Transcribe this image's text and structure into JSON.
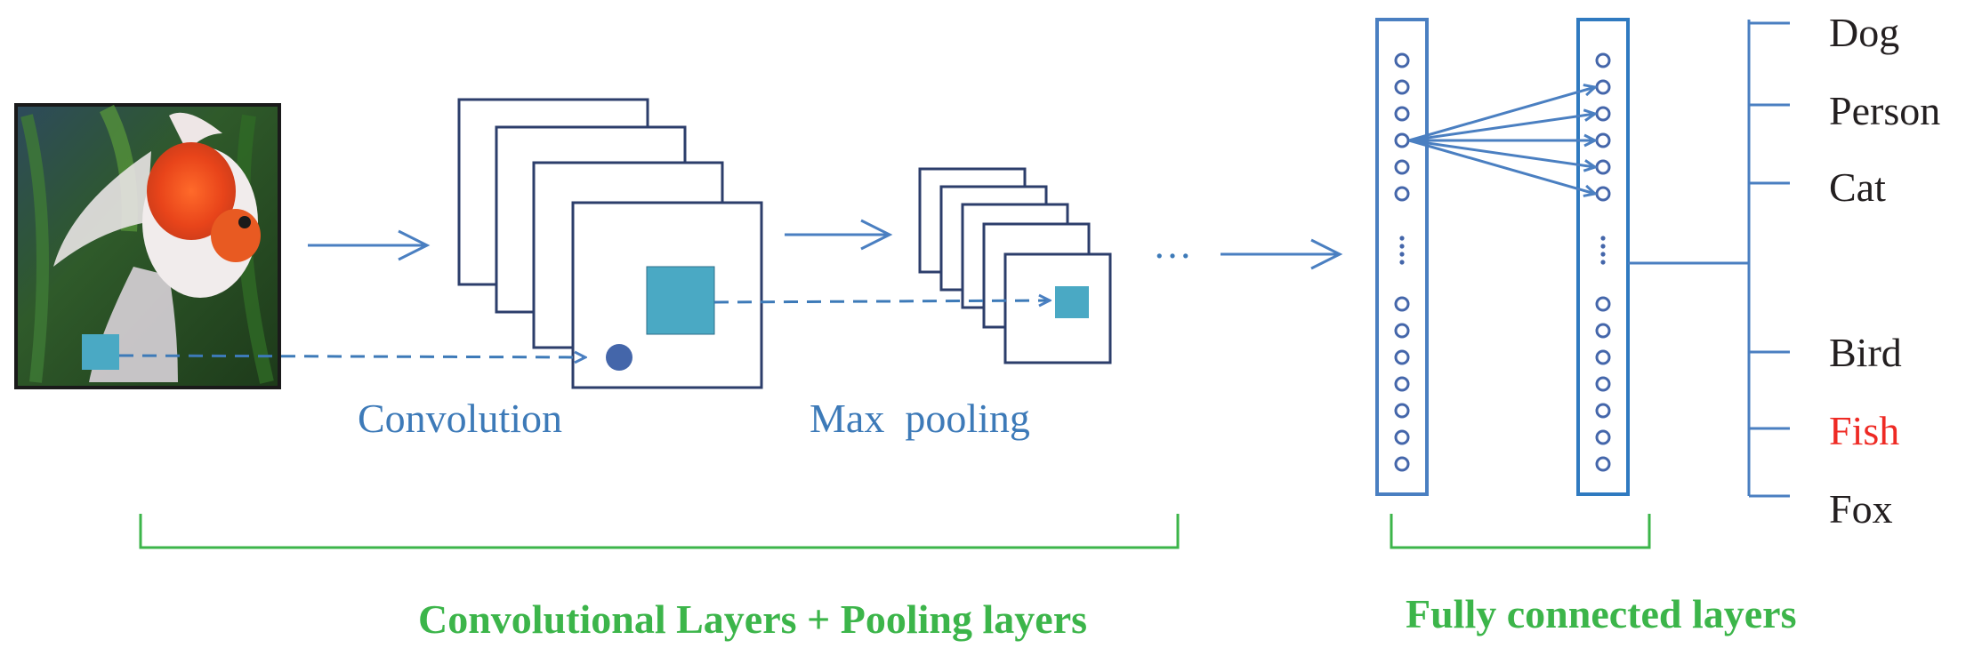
{
  "colors": {
    "line_blue": "#4a7fc1",
    "text_blue": "#3d7ab8",
    "teal_square": "#4aa9c4",
    "bracket_green": "#3cb54a",
    "fish_red": "#ee2a24",
    "class_text": "#231f20",
    "dot_fill": "#4466aa"
  },
  "stages": {
    "convolution_label": "Convolution",
    "max_pooling_label": "Max  pooling",
    "ellipsis": "…"
  },
  "groups": {
    "conv_pool_label": "Convolutional Layers + Pooling layers",
    "fully_connected_label": "Fully connected layers"
  },
  "classes": [
    {
      "name": "Dog",
      "highlight": false
    },
    {
      "name": "Person",
      "highlight": false
    },
    {
      "name": "Cat",
      "highlight": false
    },
    {
      "name": "Bird",
      "highlight": false
    },
    {
      "name": "Fish",
      "highlight": true
    },
    {
      "name": "Fox",
      "highlight": false
    }
  ],
  "input_image": {
    "subject": "goldfish-photo"
  }
}
